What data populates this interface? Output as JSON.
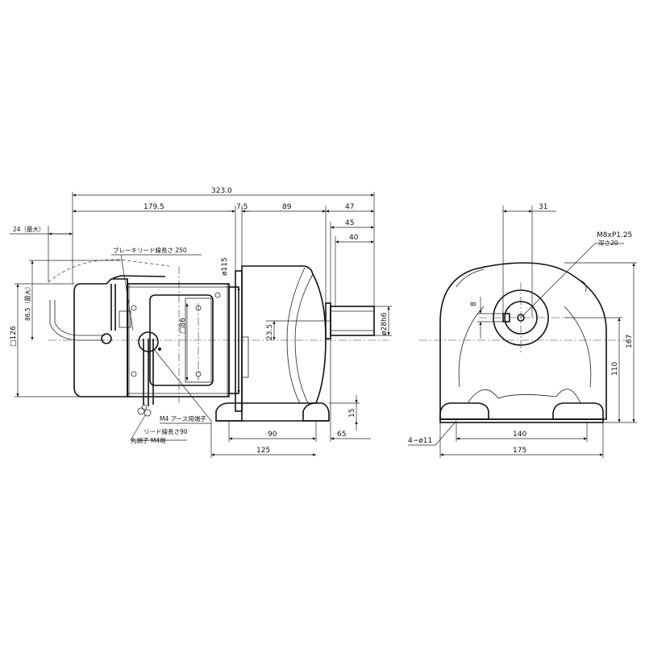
{
  "dimensions": {
    "overall_length": "323.0",
    "motor_length": "179.5",
    "gap": "7.5",
    "gearbox_length": "89",
    "shaft_length": "47",
    "shaft_45": "45",
    "shaft_40": "40",
    "brake_protrusion": "24（最大）",
    "brake_height": "86.5（最大）",
    "motor_square": "□126",
    "flange_dia": "ø115",
    "terminal_box": "□86",
    "shaft_offset": "23.5",
    "shaft_dia": "ø28h6",
    "foot_height": "15",
    "foot_90": "90",
    "foot_65": "65",
    "foot_125": "125",
    "key_offset": "31",
    "tap": "M8xP1.25",
    "tap_depth": "深さ20",
    "key_height": "8",
    "overall_height": "167",
    "center_height": "110",
    "hole_pitch": "140",
    "base_width": "175",
    "holes": "4−ø11"
  },
  "notes": {
    "brake_lead": "ブレーキリード線長さ 250",
    "earth_terminal": "M4 アース用端子",
    "lead_length": "リード線長さ90",
    "ring_terminal": "丸端子 M4用"
  }
}
